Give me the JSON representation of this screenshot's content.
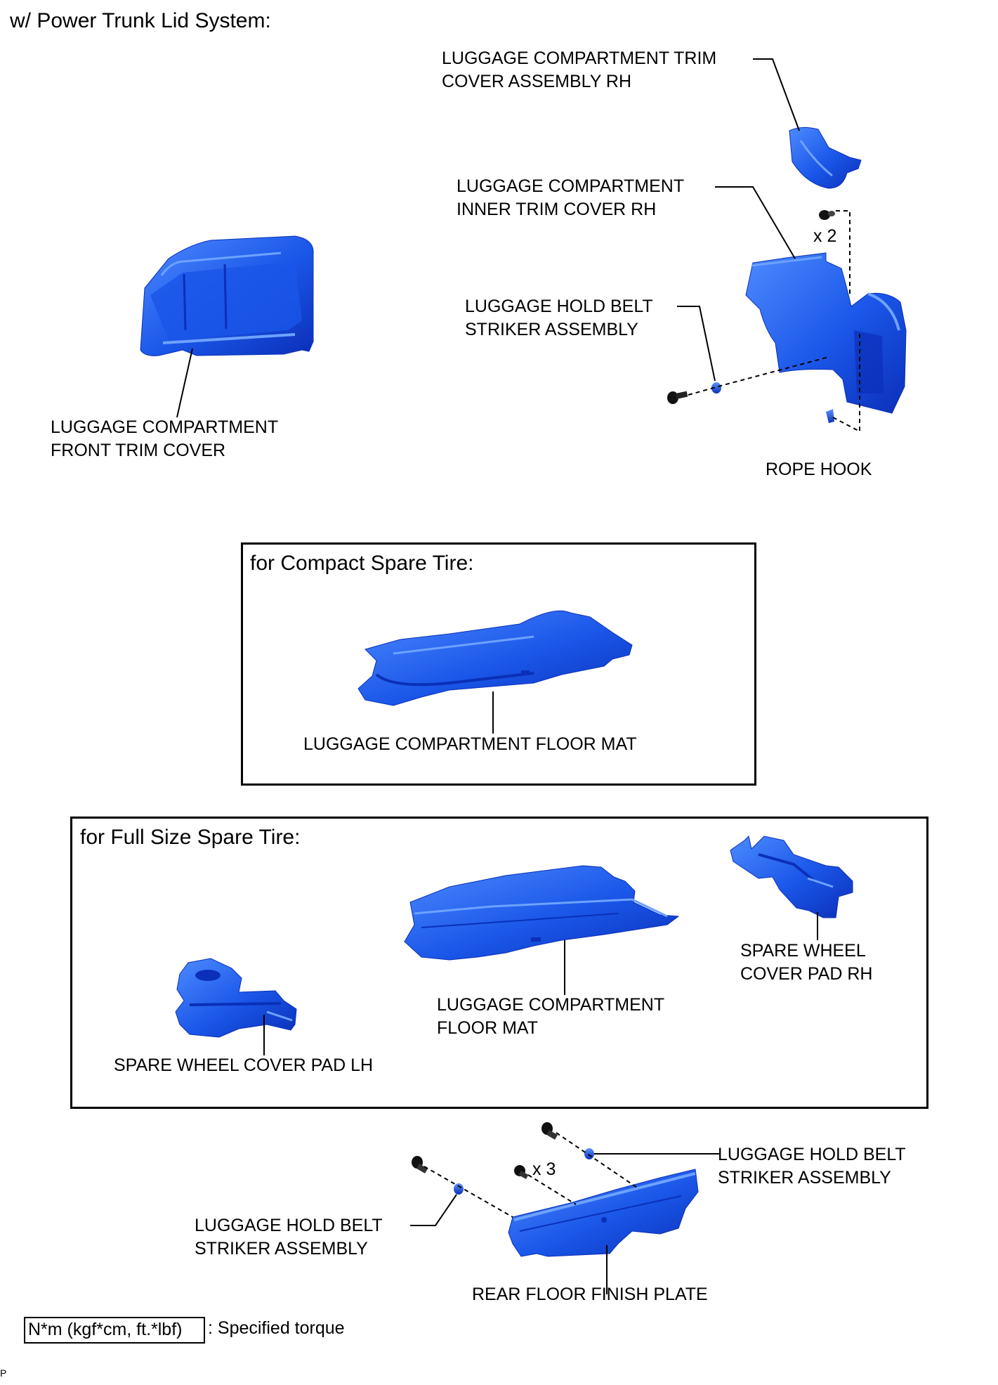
{
  "header": {
    "title": "w/ Power Trunk Lid System:"
  },
  "labels": {
    "trim_cover_rh_1": "LUGGAGE COMPARTMENT TRIM",
    "trim_cover_rh_2": "COVER ASSEMBLY RH",
    "inner_trim_rh_1": "LUGGAGE COMPARTMENT",
    "inner_trim_rh_2": "INNER TRIM COVER RH",
    "qty_x2": "x 2",
    "belt_striker_top_1": "LUGGAGE HOLD BELT",
    "belt_striker_top_2": "STRIKER ASSEMBLY",
    "front_trim_1": "LUGGAGE COMPARTMENT",
    "front_trim_2": "FRONT TRIM COVER",
    "rope_hook": "ROPE HOOK"
  },
  "compact_section": {
    "title": "for Compact Spare Tire:",
    "floor_mat": "LUGGAGE COMPARTMENT FLOOR MAT"
  },
  "fullsize_section": {
    "title": "for Full Size Spare Tire:",
    "pad_rh_1": "SPARE WHEEL",
    "pad_rh_2": "COVER PAD RH",
    "floor_mat_1": "LUGGAGE COMPARTMENT",
    "floor_mat_2": "FLOOR MAT",
    "pad_lh": "SPARE WHEEL COVER PAD LH"
  },
  "bottom": {
    "qty_x3": "x 3",
    "belt_striker_right_1": "LUGGAGE HOLD BELT",
    "belt_striker_right_2": "STRIKER ASSEMBLY",
    "belt_striker_left_1": "LUGGAGE HOLD BELT",
    "belt_striker_left_2": "STRIKER ASSEMBLY",
    "rear_plate": "REAR FLOOR FINISH PLATE"
  },
  "legend": {
    "torque_box": "N*m (kgf*cm, ft.*lbf)",
    "torque_desc": ": Specified torque"
  },
  "footer": {
    "mark": "P"
  },
  "colors": {
    "part_blue": "#1a56e8",
    "part_dark": "#0b2fb8",
    "part_light": "#4d8bff"
  }
}
